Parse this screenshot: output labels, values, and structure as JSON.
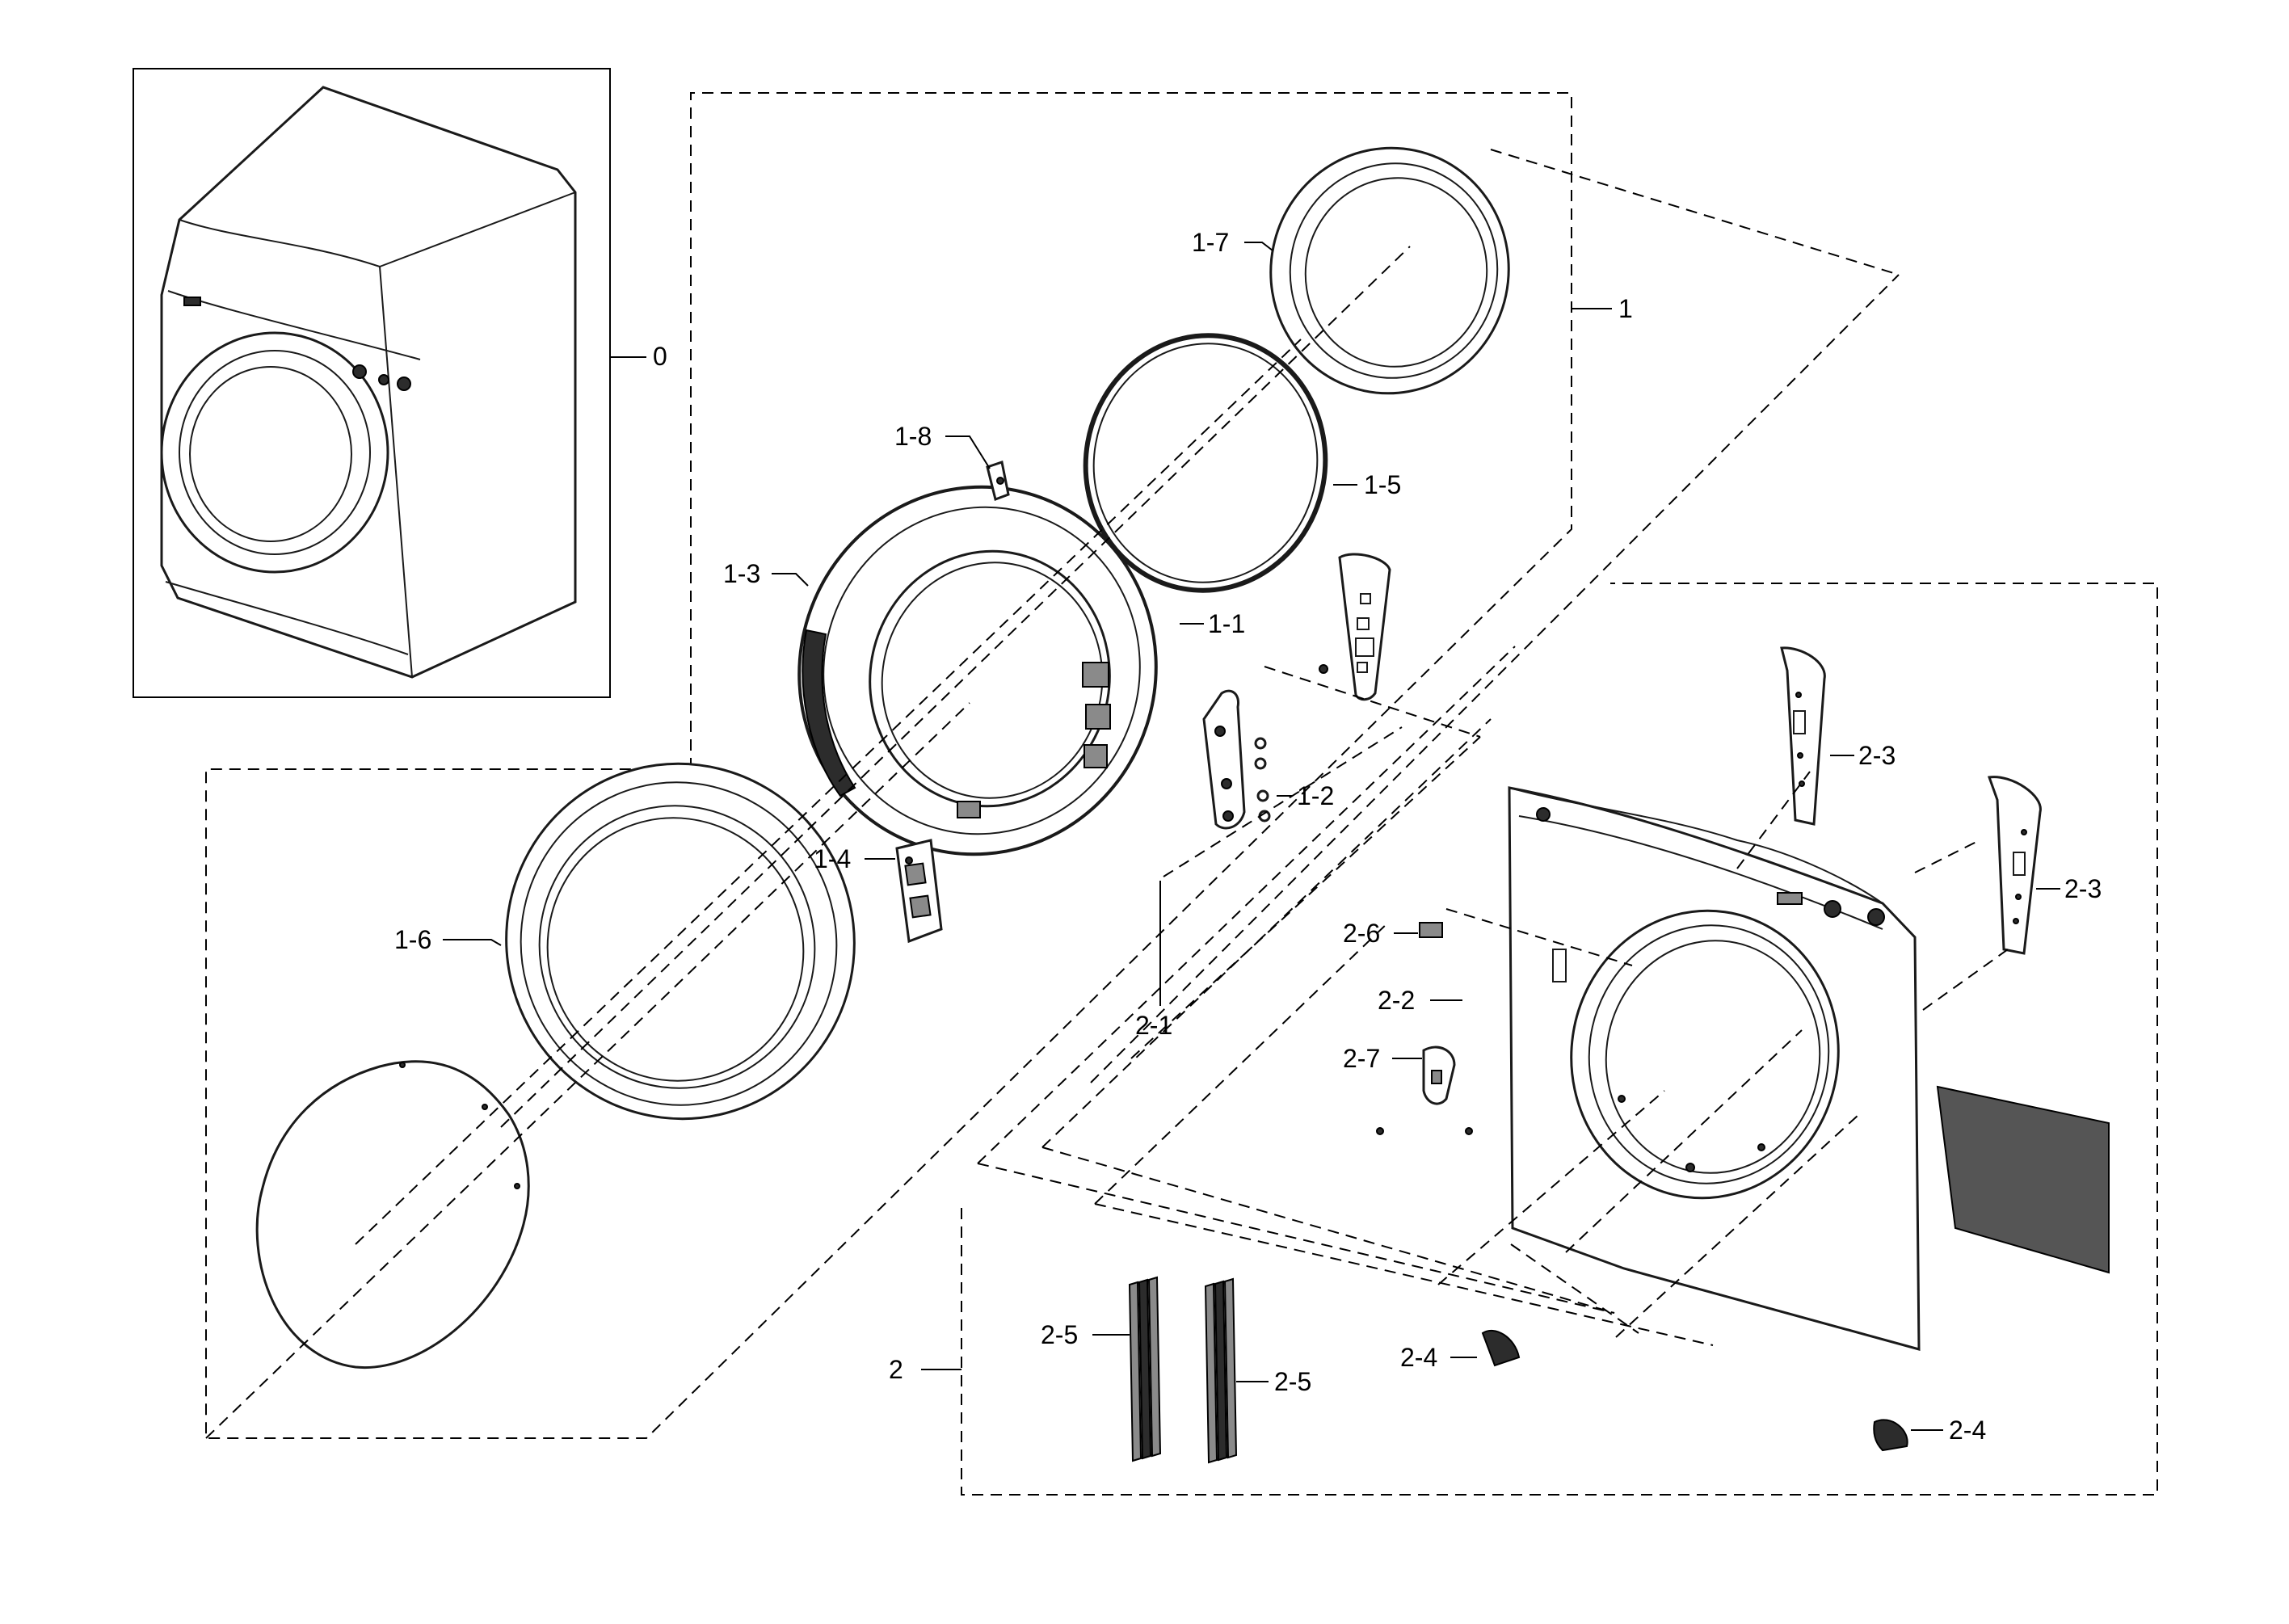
{
  "callouts": {
    "c0": "0",
    "c1": "1",
    "c1_1": "1-1",
    "c1_2": "1-2",
    "c1_3": "1-3",
    "c1_4": "1-4",
    "c1_5": "1-5",
    "c1_6": "1-6",
    "c1_7": "1-7",
    "c1_8": "1-8",
    "c2": "2",
    "c2_1": "2-1",
    "c2_2": "2-2",
    "c2_3a": "2-3",
    "c2_3b": "2-3",
    "c2_4a": "2-4",
    "c2_4b": "2-4",
    "c2_5a": "2-5",
    "c2_5b": "2-5",
    "c2_6": "2-6",
    "c2_7": "2-7"
  }
}
